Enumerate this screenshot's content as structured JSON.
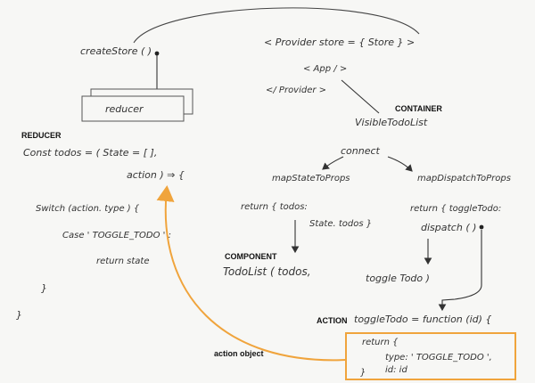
{
  "labels": {
    "reducer": "REDUCER",
    "container": "CONTAINER",
    "component": "COMPONENT",
    "action": "ACTION",
    "action_object": "action object"
  },
  "store": {
    "create_store": "createStore ( )",
    "reducer_box": "reducer"
  },
  "provider": {
    "open": "< Provider  store = { Store } >",
    "app": "< App / >",
    "close": "</ Provider >"
  },
  "container": {
    "visible_todo_list": "VisibleTodoList",
    "connect": "connect",
    "map_state": "mapStateToProps",
    "map_dispatch": "mapDispatchToProps",
    "return_todos": "return {  todos:",
    "state_todos": "State. todos }",
    "return_toggle": "return {  toggleTodo:",
    "dispatch": "dispatch (     )"
  },
  "component": {
    "todo_list": "TodoList (   todos,",
    "toggle_todo": "toggle Todo )"
  },
  "action": {
    "definition": "toggleTodo = function (id) {",
    "return": "return  {",
    "type": "type:  ' TOGGLE_TODO ',",
    "id": "id:  id",
    "close": "}"
  },
  "reducer": {
    "line1": "Const  todos = (   State = [ ],",
    "line2": "action )  ⇒  {",
    "switch": "Switch (action. type )  {",
    "case": "Case  ' TOGGLE_TODO ' :",
    "return_state": "return  state",
    "inner_close": "}",
    "outer_close": "}"
  },
  "colors": {
    "ink": "#333333",
    "accent": "#f0a43c",
    "paper": "#f7f7f5"
  }
}
